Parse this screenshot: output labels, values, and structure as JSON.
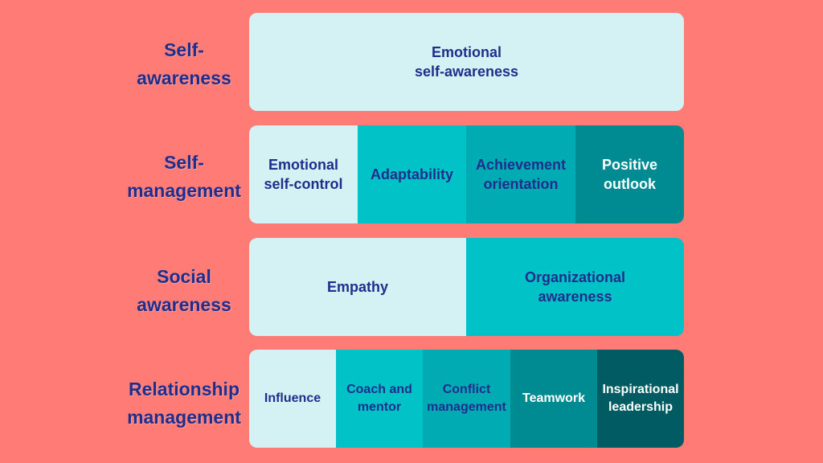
{
  "colors": {
    "background": "#ff7b76",
    "label_text": "#1f2e8c",
    "pale": "#d4f1f3",
    "cyan": "#00c2c7",
    "teal": "#00abb4",
    "dark_teal": "#008b92",
    "darkest_teal": "#005c62"
  },
  "rows": [
    {
      "label": "Self-\nawareness",
      "cells": [
        {
          "text": "Emotional\nself-awareness",
          "color": "#d4f1f3"
        }
      ]
    },
    {
      "label": "Self-\nmanagement",
      "cells": [
        {
          "text": "Emotional\nself-control",
          "color": "#d4f1f3"
        },
        {
          "text": "Adaptability",
          "color": "#00c2c7"
        },
        {
          "text": "Achievement\norientation",
          "color": "#00abb4"
        },
        {
          "text": "Positive\noutlook",
          "color": "#008b92"
        }
      ]
    },
    {
      "label": "Social\nawareness",
      "cells": [
        {
          "text": "Empathy",
          "color": "#d4f1f3"
        },
        {
          "text": "Organizational\nawareness",
          "color": "#00c2c7"
        }
      ]
    },
    {
      "label": "Relationship\nmanagement",
      "cells": [
        {
          "text": "Influence",
          "color": "#d4f1f3"
        },
        {
          "text": "Coach and\nmentor",
          "color": "#00c2c7"
        },
        {
          "text": "Conflict\nmanagement",
          "color": "#00abb4"
        },
        {
          "text": "Teamwork",
          "color": "#008b92"
        },
        {
          "text": "Inspirational\nleadership",
          "color": "#005c62"
        }
      ]
    }
  ]
}
